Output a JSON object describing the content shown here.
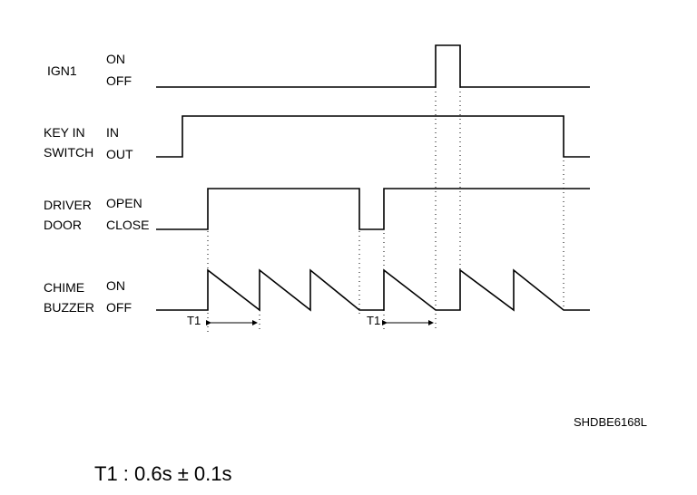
{
  "signals": [
    {
      "name_line1": "IGN1",
      "name_line2": "",
      "high_label": "ON",
      "low_label": "OFF"
    },
    {
      "name_line1": "KEY IN",
      "name_line2": "SWITCH",
      "high_label": "IN",
      "low_label": "OUT"
    },
    {
      "name_line1": "DRIVER",
      "name_line2": "DOOR",
      "high_label": "OPEN",
      "low_label": "CLOSE"
    },
    {
      "name_line1": "CHIME",
      "name_line2": "BUZZER",
      "high_label": "ON",
      "low_label": "OFF"
    }
  ],
  "timing_markers": [
    "T1",
    "T1"
  ],
  "figure_id": "SHDBE6168L",
  "note": "T1 : 0.6s ± 0.1s"
}
